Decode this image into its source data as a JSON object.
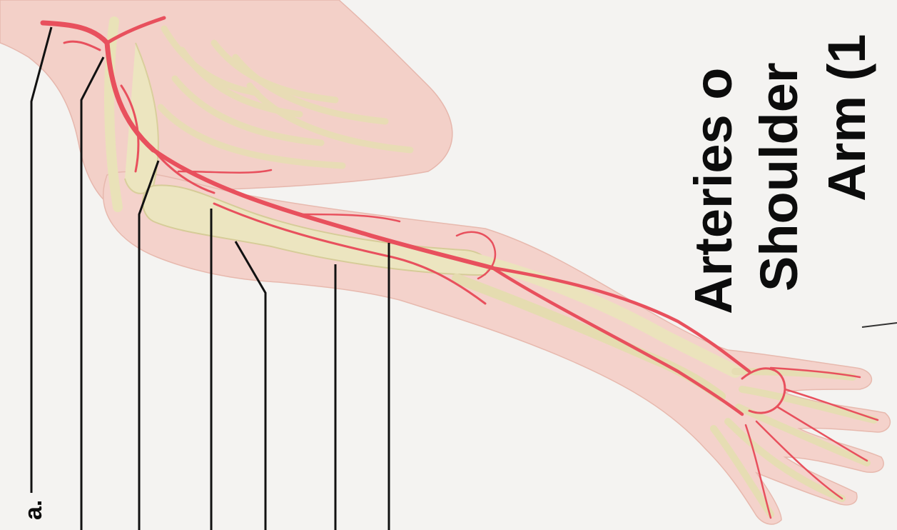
{
  "diagram": {
    "title_lines": [
      "Arteries o",
      "Shoulder",
      "Arm (1"
    ],
    "partial_label": "a.",
    "colors": {
      "background": "#f4f3f1",
      "skin": "#f3cfc7",
      "bone": "#e9e2b8",
      "artery": "#e8505d",
      "leader": "#111111",
      "text": "#0c0c0c"
    }
  }
}
